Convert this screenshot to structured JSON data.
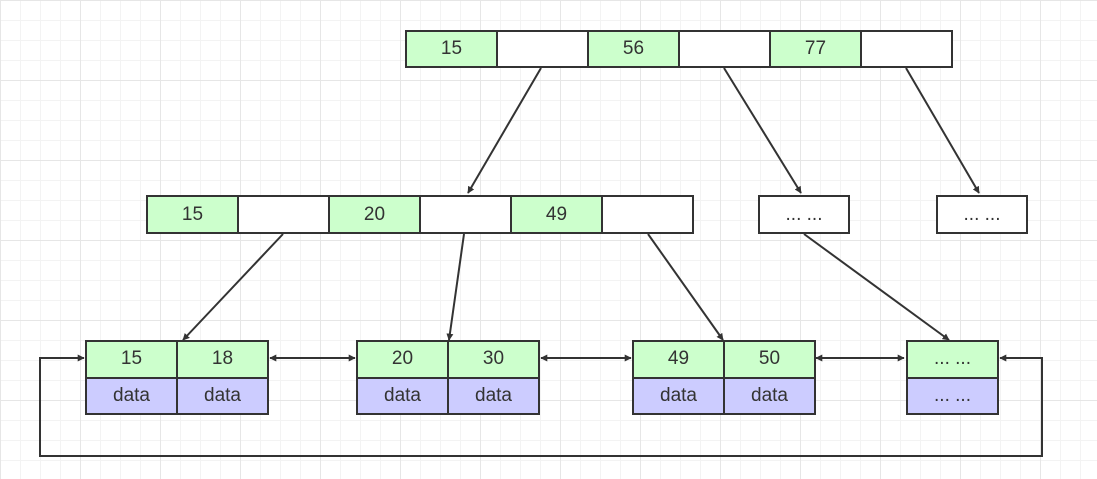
{
  "root": {
    "cells": [
      {
        "type": "key",
        "text": "15"
      },
      {
        "type": "ptr",
        "text": ""
      },
      {
        "type": "key",
        "text": "56"
      },
      {
        "type": "ptr",
        "text": ""
      },
      {
        "type": "key",
        "text": "77"
      },
      {
        "type": "ptr",
        "text": ""
      }
    ]
  },
  "level2": {
    "main": {
      "cells": [
        {
          "type": "key",
          "text": "15"
        },
        {
          "type": "ptr",
          "text": ""
        },
        {
          "type": "key",
          "text": "20"
        },
        {
          "type": "ptr",
          "text": ""
        },
        {
          "type": "key",
          "text": "49"
        },
        {
          "type": "ptr",
          "text": ""
        }
      ]
    },
    "ellipsis_a": "... ...",
    "ellipsis_b": "... ..."
  },
  "leaves": [
    {
      "keys": [
        "15",
        "18"
      ],
      "data": [
        "data",
        "data"
      ]
    },
    {
      "keys": [
        "20",
        "30"
      ],
      "data": [
        "data",
        "data"
      ]
    },
    {
      "keys": [
        "49",
        "50"
      ],
      "data": [
        "data",
        "data"
      ]
    },
    {
      "keys": [
        "... ..."
      ],
      "data": [
        "... ..."
      ]
    }
  ],
  "colors": {
    "key_fill": "#ccffcc",
    "data_fill": "#ccccff",
    "stroke": "#333333"
  }
}
